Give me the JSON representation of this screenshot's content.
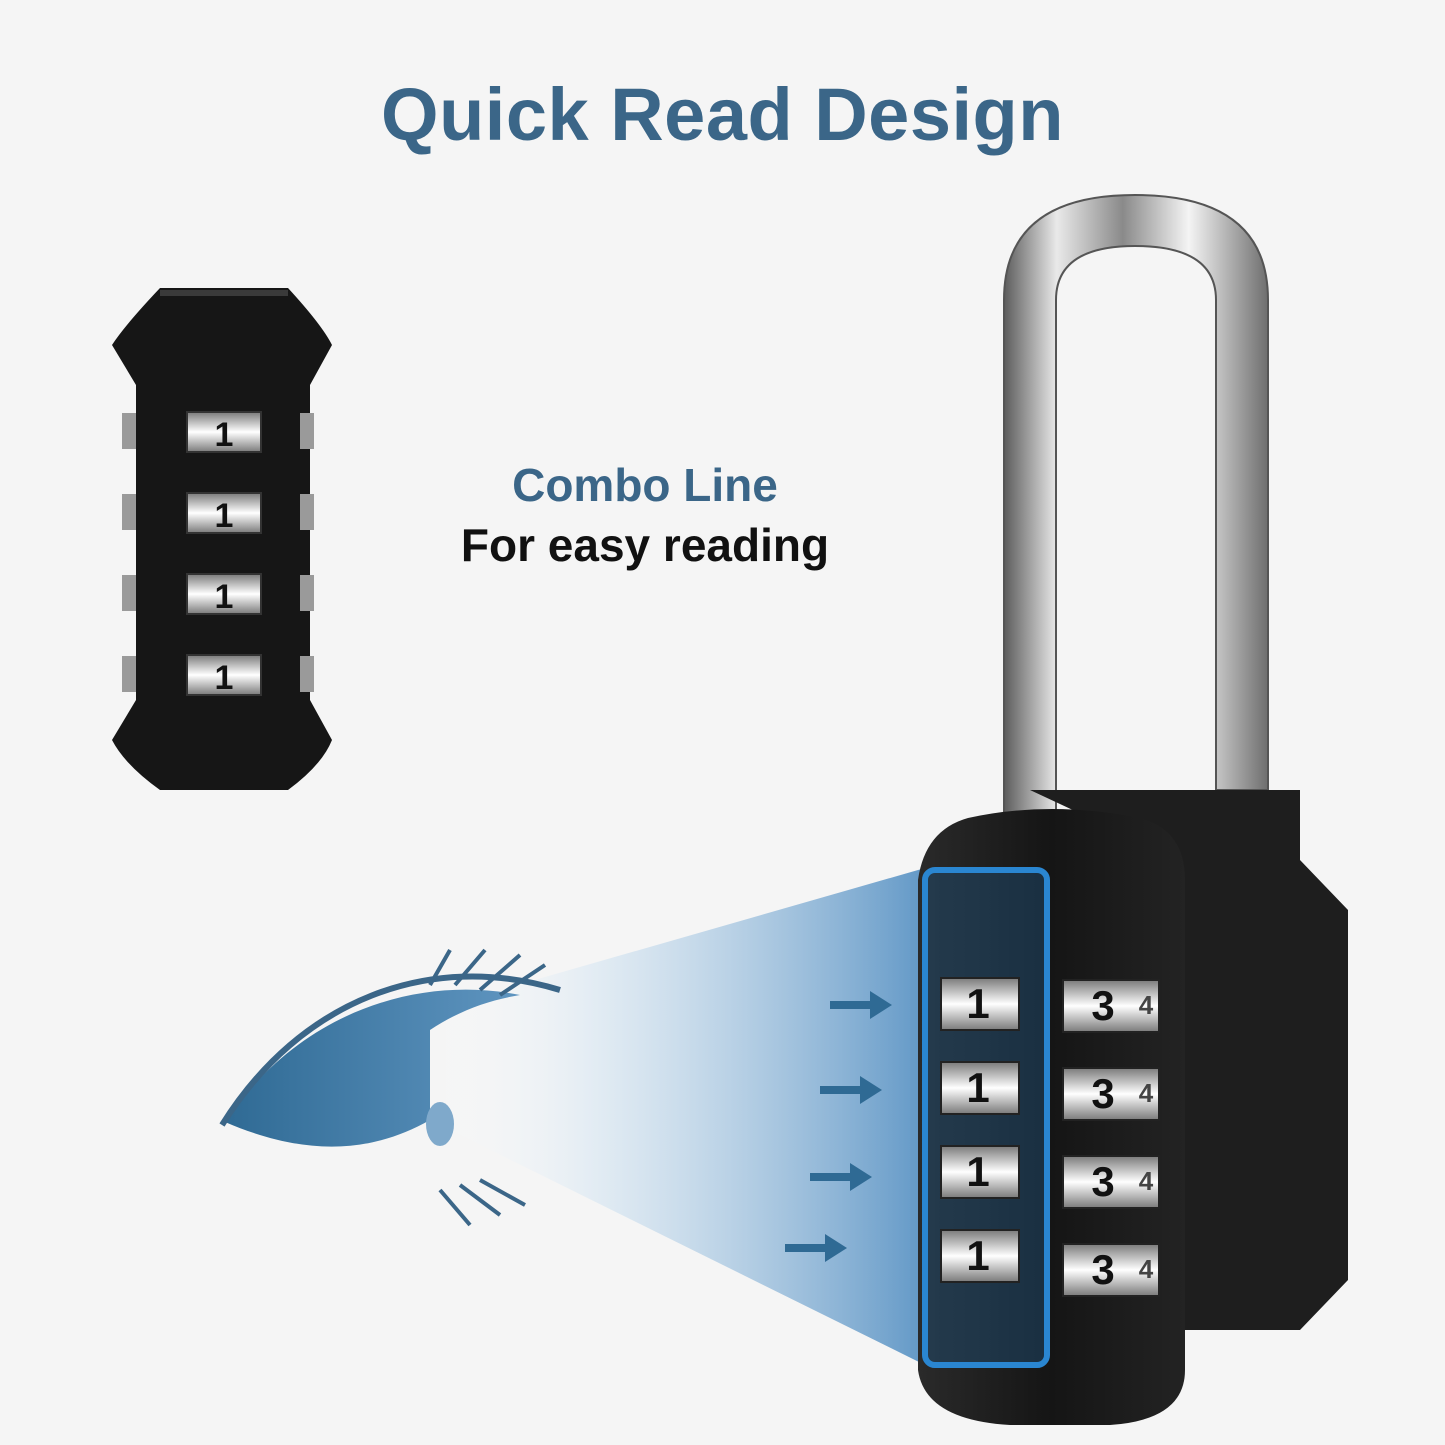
{
  "headline": "Quick Read Design",
  "feature": {
    "title": "Combo Line",
    "subtitle": "For easy reading"
  },
  "closeup_dials": [
    "1",
    "1",
    "1",
    "1"
  ],
  "lock_front_dials": [
    "1",
    "1",
    "1",
    "1"
  ],
  "lock_side_dials": [
    "3",
    "3",
    "3",
    "3"
  ],
  "lock_side_peek": [
    "4",
    "4",
    "4",
    "4"
  ],
  "colors": {
    "background": "#f5f5f5",
    "accent_blue": "#3b6688",
    "highlight_blue": "#1f6fb0",
    "lock_body": "#1b1b1b"
  }
}
